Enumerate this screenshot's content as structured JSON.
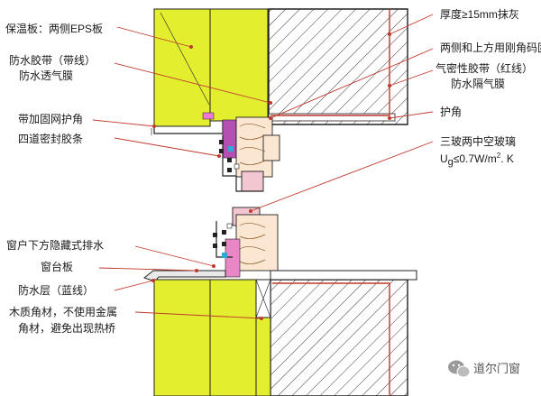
{
  "labels": {
    "eps_board": "保温板：两侧EPS板",
    "waterproof_tape_1": "防水胶带（带线）",
    "waterproof_tape_2": "防水透气膜",
    "mesh_corner": "带加固网护角",
    "four_seals": "四道密封胶条",
    "plaster": "厚度≥15mm抹灰",
    "fixing": "两侧和上方用刚角码固定",
    "airtight_tape_1": "气密性胶带（红线）",
    "airtight_tape_2": "防水隔气膜",
    "corner_guard": "护角",
    "glass_1": "三玻两中空玻璃",
    "glass_2_prefix": "U",
    "glass_2_sub": "g",
    "glass_2_mid": "≤0.7W/m",
    "glass_2_sup": "2",
    "glass_2_suffix": ". K",
    "hidden_drain": "窗户下方隐藏式排水",
    "sill_board": "窗台板",
    "waterproof_layer": "防水层（蓝线）",
    "wood_corner_1": "木质角材，不使用金属",
    "wood_corner_2": "角材，避免出现热桥",
    "watermark": "道尔门窗"
  },
  "icons": [
    "wechat-logo-icon"
  ],
  "colors": {
    "insulation": "#e3ee2f",
    "leader": "#c0392b",
    "wood": "#fbe6d2",
    "glass": "#f3c7d2",
    "tape": "#b64fb3"
  }
}
